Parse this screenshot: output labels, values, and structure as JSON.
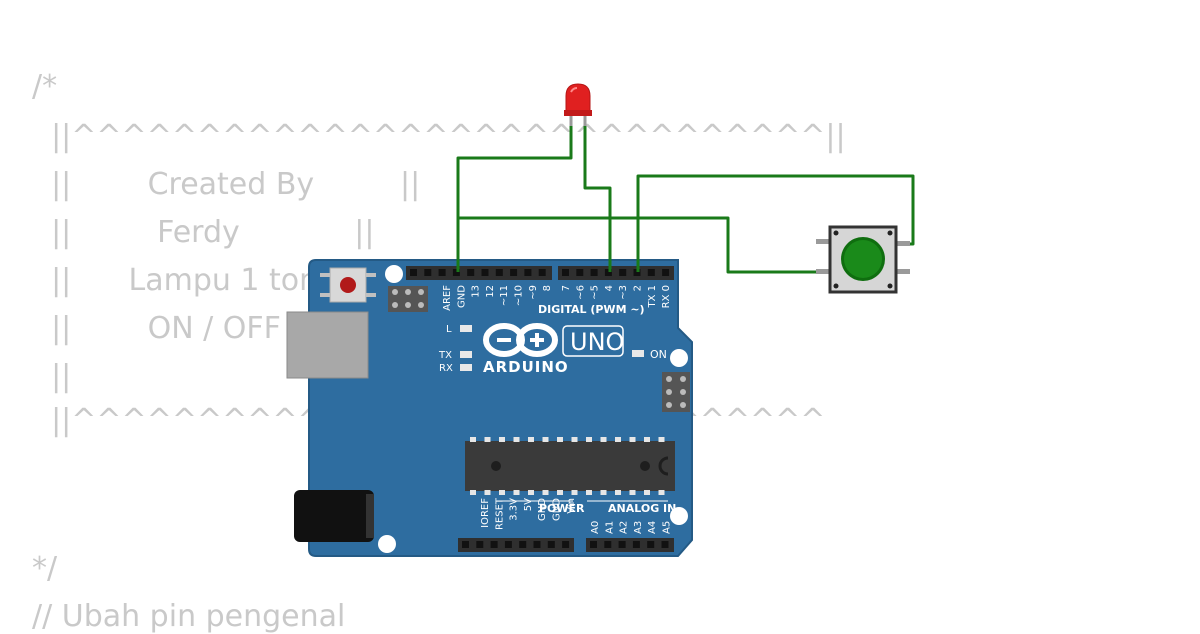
{
  "background_code": [
    "/*",
    "  ||^^^^^^^^^^^^^^^^^^^^^^^^^^^^^^||",
    "  ||        Created By         ||",
    "  ||         Ferdy            ||",
    "  ||      Lampu 1 tombol",
    "  ||        ON / OFF",
    "  ||",
    "  ||^^^^^^^^^^^^^^^^^^^^^^^^^^^^^^",
    "*/",
    "// Ubah pin pengenal"
  ],
  "board": {
    "brand": "ARDUINO",
    "model": "UNO",
    "digital_header_label": "DIGITAL (PWM ~)",
    "power_label": "POWER",
    "analog_label": "ANALOG IN",
    "left_pin_labels": [
      "AREF",
      "GND",
      "13",
      "12",
      "~11",
      "~10",
      "~9",
      "8"
    ],
    "right_pin_labels": [
      "7",
      "~6",
      "~5",
      "4",
      "~3",
      "2",
      "TX 1",
      "RX 0"
    ],
    "power_pin_labels": [
      "IOREF",
      "RESET",
      "3.3V",
      "5V",
      "GND",
      "GND",
      "Vin"
    ],
    "analog_pin_labels": [
      "A0",
      "A1",
      "A2",
      "A3",
      "A4",
      "A5"
    ],
    "led_labels": {
      "l": "L",
      "tx": "TX",
      "rx": "RX",
      "on": "ON"
    },
    "colors": {
      "pcb": "#2e6da0",
      "pcb_dark": "#245a85",
      "header": "#2f2f2f",
      "chip": "#3a3a3a"
    }
  },
  "components": {
    "led": {
      "color": "#e02020"
    },
    "button": {
      "cap_color": "#1a8a1a"
    },
    "wire_color": "#1a7a1a"
  }
}
